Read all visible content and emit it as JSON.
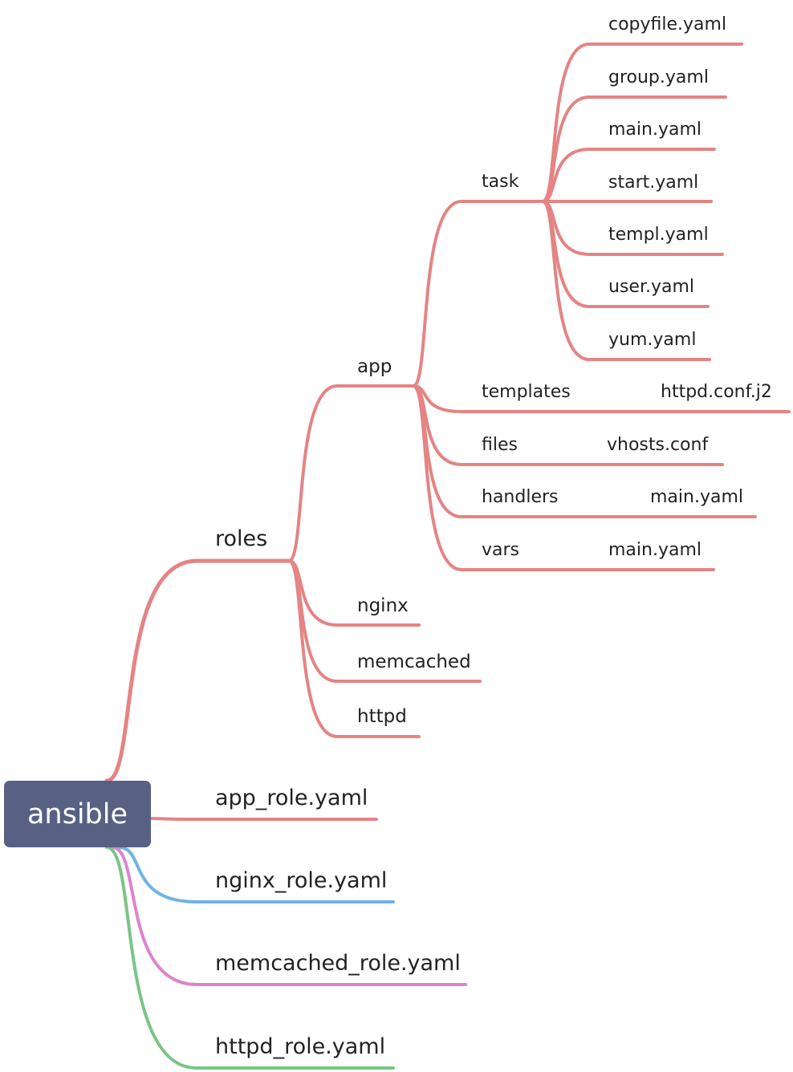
{
  "root": {
    "label": "ansible"
  },
  "colors": {
    "roles": "#e48484",
    "app_role": "#e48484",
    "nginx_role": "#6eb3e4",
    "memcached_role": "#dc84cf",
    "httpd_role": "#7ac486",
    "root_fill": "#586184"
  },
  "branches": {
    "roles": {
      "label": "roles",
      "children": {
        "app": {
          "label": "app",
          "children": {
            "task": {
              "label": "task",
              "files": [
                "copyfile.yaml",
                "group.yaml",
                "main.yaml",
                "start.yaml",
                "templ.yaml",
                "user.yaml",
                "yum.yaml"
              ]
            },
            "templates": {
              "label": "templates",
              "file": "httpd.conf.j2"
            },
            "files": {
              "label": "files",
              "file": "vhosts.conf"
            },
            "handlers": {
              "label": "handlers",
              "file": "main.yaml"
            },
            "vars": {
              "label": "vars",
              "file": "main.yaml"
            }
          }
        },
        "nginx": {
          "label": "nginx"
        },
        "memcached": {
          "label": "memcached"
        },
        "httpd": {
          "label": "httpd"
        }
      }
    },
    "app_role": {
      "label": "app_role.yaml"
    },
    "nginx_role": {
      "label": "nginx_role.yaml"
    },
    "memcached_role": {
      "label": "memcached_role.yaml"
    },
    "httpd_role": {
      "label": "httpd_role.yaml"
    }
  }
}
